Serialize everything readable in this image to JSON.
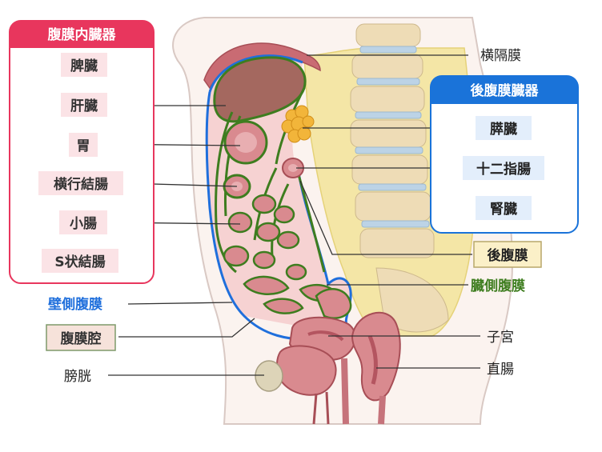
{
  "intraperitoneal": {
    "title": "腹膜内臓器",
    "items": [
      "脾臓",
      "肝臓",
      "胃",
      "横行結腸",
      "小腸",
      "S状結腸"
    ]
  },
  "retroperitoneal": {
    "title": "後腹膜臓器",
    "items": [
      "膵臓",
      "十二指腸",
      "腎臓"
    ]
  },
  "labels": {
    "diaphragm": "横隔膜",
    "retroperitoneum": "後腹膜",
    "visceral_peritoneum": "臓側腹膜",
    "parietal_peritoneum": "壁側腹膜",
    "peritoneal_cavity": "腹膜腔",
    "uterus": "子宮",
    "rectum": "直腸",
    "bladder": "膀胱"
  },
  "colors": {
    "intra_accent": "#e8365d",
    "retro_accent": "#1a73d9",
    "parietal_blue": "#1f6fdc",
    "visceral_green": "#3e7d1f",
    "cavity_fill": "#f6d2d2",
    "retro_fill": "#f4e6a6",
    "organ_pink": "#d98a8f",
    "liver_brown": "#a4685f"
  }
}
